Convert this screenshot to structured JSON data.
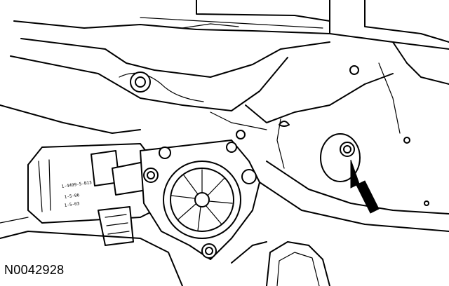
{
  "figure": {
    "id": "N0042928",
    "motor_label_line1": "1-4499-5-B13",
    "motor_label_line2": "1-5-06",
    "motor_label_line3": "1-5-03"
  },
  "colors": {
    "ink": "#000000",
    "paper": "#ffffff"
  },
  "icons": {
    "pointer": "arrow-up-left-icon"
  }
}
